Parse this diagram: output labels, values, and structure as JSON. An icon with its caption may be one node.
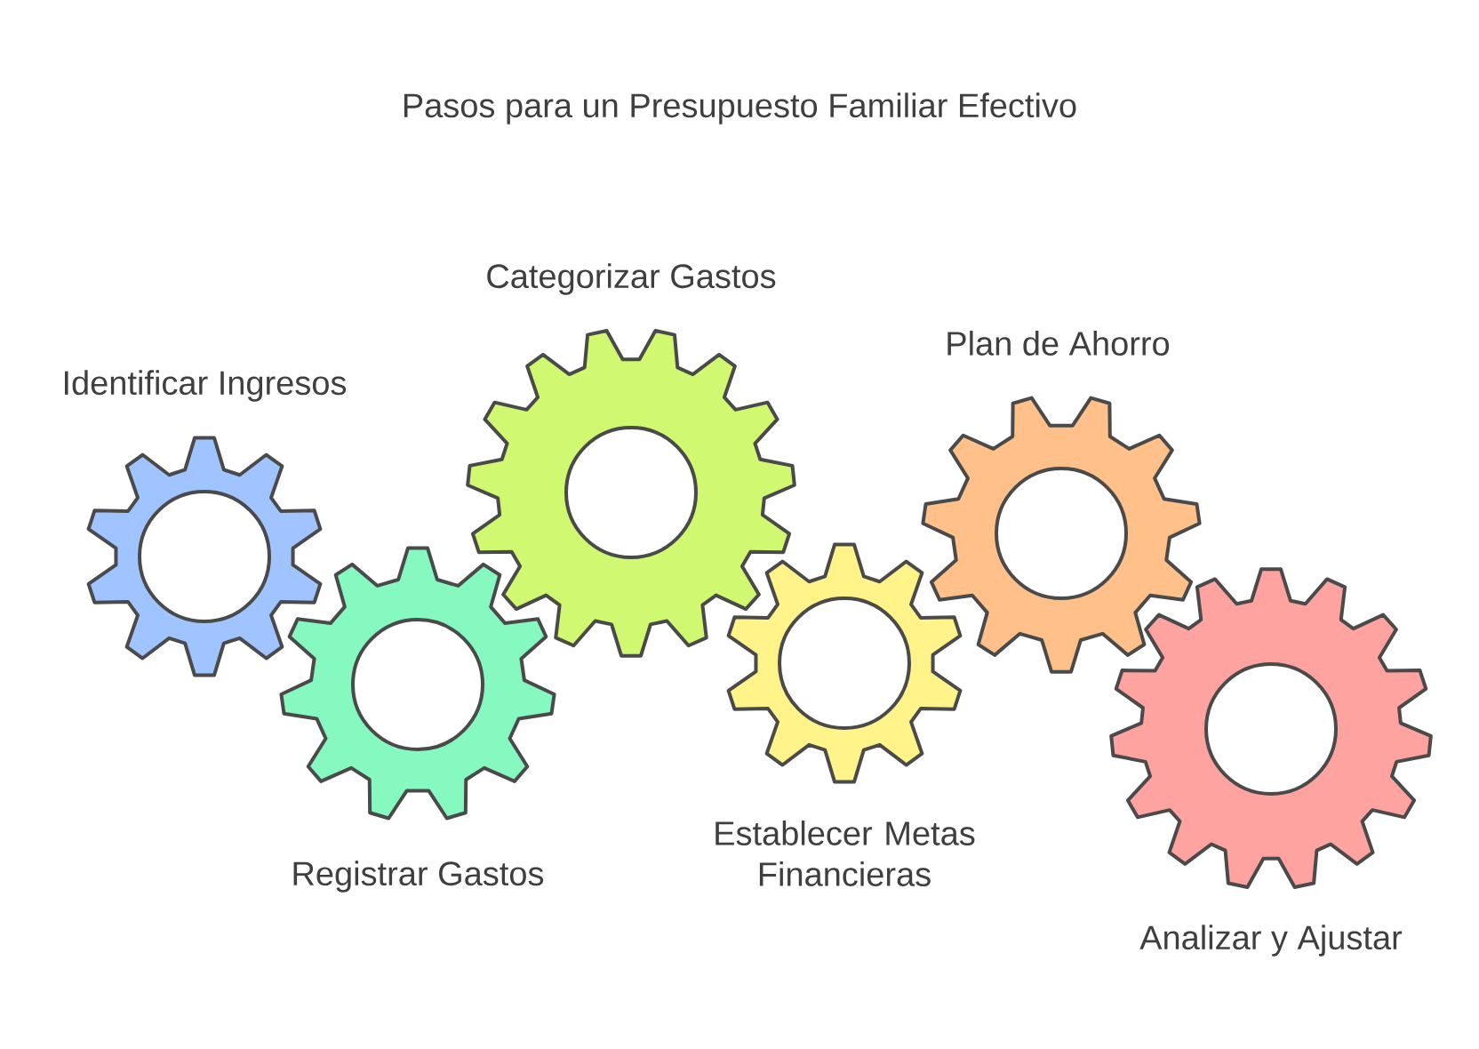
{
  "diagram": {
    "title": "Pasos para un Presupuesto Familiar Efectivo",
    "nodes": [
      {
        "text": [
          "Identificar Ingresos"
        ]
      },
      {
        "text": [
          "Registrar Gastos"
        ]
      },
      {
        "text": [
          "Categorizar Gastos"
        ]
      },
      {
        "text": [
          "Establecer Metas Financieras"
        ]
      },
      {
        "text": [
          "Plan de Ahorro"
        ]
      },
      {
        "text": [
          "Analizar y Ajustar"
        ]
      }
    ]
  }
}
